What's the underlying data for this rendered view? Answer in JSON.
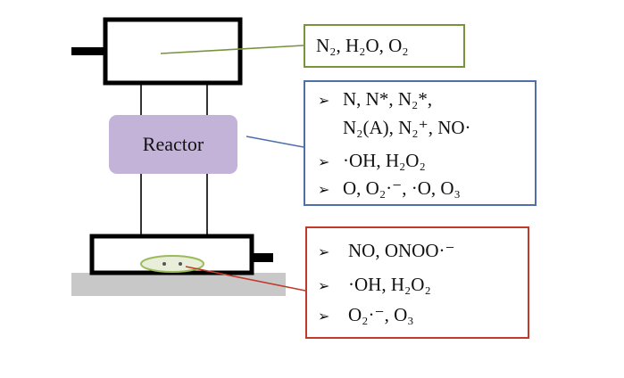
{
  "reactor": {
    "label": "Reactor"
  },
  "gas_box": {
    "line": "N₂, H₂O, O₂"
  },
  "plasma_box": {
    "items": [
      {
        "bullet": "➢",
        "text_1": "N, N*, N₂*,",
        "text_2": "N₂(A), N₂⁺, NO·"
      },
      {
        "bullet": "➢",
        "text": "·OH, H₂O₂"
      },
      {
        "bullet": "➢",
        "text": "O, O₂·⁻, ·O, O₃"
      }
    ]
  },
  "liquid_box": {
    "items": [
      {
        "bullet": "➢",
        "text": "NO, ONOO·⁻"
      },
      {
        "bullet": "➢",
        "text": "·OH, H₂O₂"
      },
      {
        "bullet": "➢",
        "text": "O₂·⁻, O₃"
      }
    ]
  },
  "colors": {
    "gas_border": "#77933c",
    "plasma_border": "#4f6fa8",
    "liquid_border": "#c0392b",
    "reactor_fill": "#c3b3d9",
    "liquid_drop": "#9bbb59",
    "ground": "#c8c8c8"
  }
}
